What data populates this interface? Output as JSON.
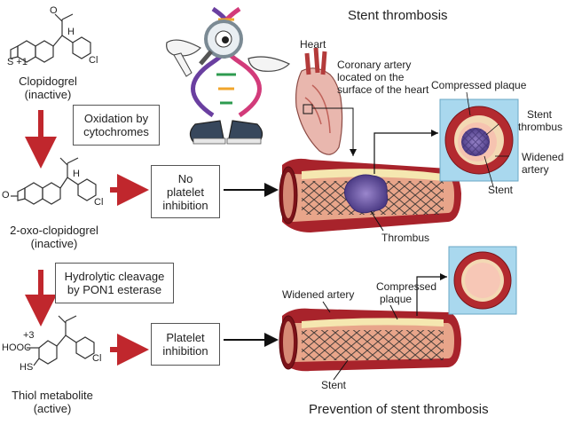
{
  "titles": {
    "top": "Stent thrombosis",
    "bottom": "Prevention of stent thrombosis"
  },
  "molecules": {
    "clopidogrel": [
      "Clopidogrel",
      "(inactive)"
    ],
    "oxo": [
      "2-oxo-clopidogrel",
      "(inactive)"
    ],
    "thiol": [
      "Thiol metabolite",
      "(active)"
    ]
  },
  "steps": {
    "oxidation": [
      "Oxidation by",
      "cytochromes"
    ],
    "hydrolysis": [
      "Hydrolytic cleavage",
      "by PON1 esterase"
    ]
  },
  "outcomes": {
    "no_inhibition": [
      "No",
      "platelet",
      "inhibition"
    ],
    "inhibition": [
      "Platelet",
      "inhibition"
    ]
  },
  "anatomy": {
    "heart": "Heart",
    "coronary": [
      "Coronary artery",
      "located on the",
      "surface of the heart"
    ],
    "compressed_plaque_top": "Compressed plaque",
    "stent_thrombus": [
      "Stent",
      "thrombus"
    ],
    "widened_artery_right": [
      "Widened",
      "artery"
    ],
    "stent_top": "Stent",
    "thrombus": "Thrombus",
    "widened_artery_bottom": "Widened artery",
    "compressed_plaque_bottom": [
      "Compressed",
      "plaque"
    ],
    "stent_bottom": "Stent"
  },
  "chem_labels": {
    "s_plus": "S +1",
    "cl": "Cl",
    "h": "H",
    "o": "O",
    "hooc": "HOOC",
    "hs": "HS",
    "plus3": "+3"
  },
  "colors": {
    "red_arrow": "#c0272d",
    "artery_outer": "#a8232b",
    "artery_inner": "#e8a58a",
    "plaque": "#f5e7b0",
    "thrombus": "#6f5aa6",
    "inset_bg": "#a9d8ee"
  }
}
